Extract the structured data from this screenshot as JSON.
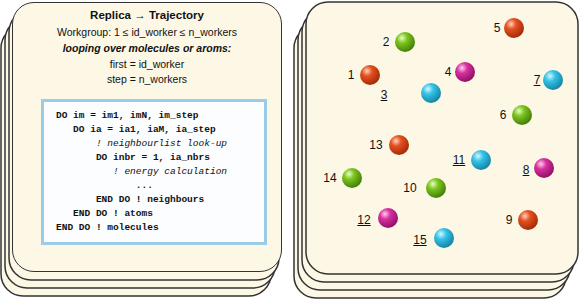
{
  "diagram": {
    "nodes": [
      {
        "text": [
          "Replica → Trajectory",
          "Workgroup: 1 ≤ id_worker ≤ n_workers",
          "looping over molecules or aroms:",
          "first = id_worker",
          "step = n_workers"
        ]
      },
      {
        "text": [
          "DO im = im1, imN, im_step",
          "   DO ia = ia1, iaM, ia_step",
          "       ! neighbourlist look-up",
          "       DO inbr = 1, ia_nbrs",
          "          ! energy calculation",
          "              ...",
          "       END DO ! neighbours",
          "   END DO ! atoms",
          "END DO ! molecules"
        ],
        "in": 0
      }
    ],
    "labels": [
      "1",
      "2",
      "3",
      "4",
      "5",
      "6",
      "7",
      "8",
      "9",
      "10",
      "11",
      "12",
      "13",
      "14",
      "15"
    ]
  }
}
